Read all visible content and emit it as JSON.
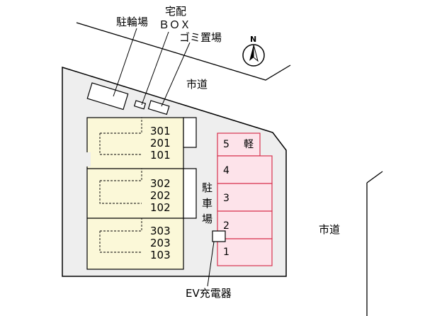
{
  "labels": {
    "bicycle_parking": "駐輪場",
    "delivery_box_line1": "宅配",
    "delivery_box_line2": "ＢＯＸ",
    "garbage": "ゴミ置場",
    "city_road_top": "市道",
    "city_road_right": "市道",
    "parking_chars": [
      "駐",
      "車",
      "場"
    ],
    "ev_charger": "EV充電器",
    "north": "N"
  },
  "buildings": [
    {
      "units": [
        "301",
        "201",
        "101"
      ]
    },
    {
      "units": [
        "302",
        "202",
        "102"
      ]
    },
    {
      "units": [
        "303",
        "203",
        "103"
      ]
    }
  ],
  "parking_stalls": [
    {
      "number": "5",
      "note": "軽"
    },
    {
      "number": "4",
      "note": ""
    },
    {
      "number": "3",
      "note": ""
    },
    {
      "number": "2",
      "note": ""
    },
    {
      "number": "1",
      "note": ""
    }
  ],
  "colors": {
    "site": "#eeeeee",
    "building": "#fbf8d8",
    "parking_fill": "#fde3ea",
    "parking_stroke": "#d8334f",
    "line": "#000000"
  }
}
